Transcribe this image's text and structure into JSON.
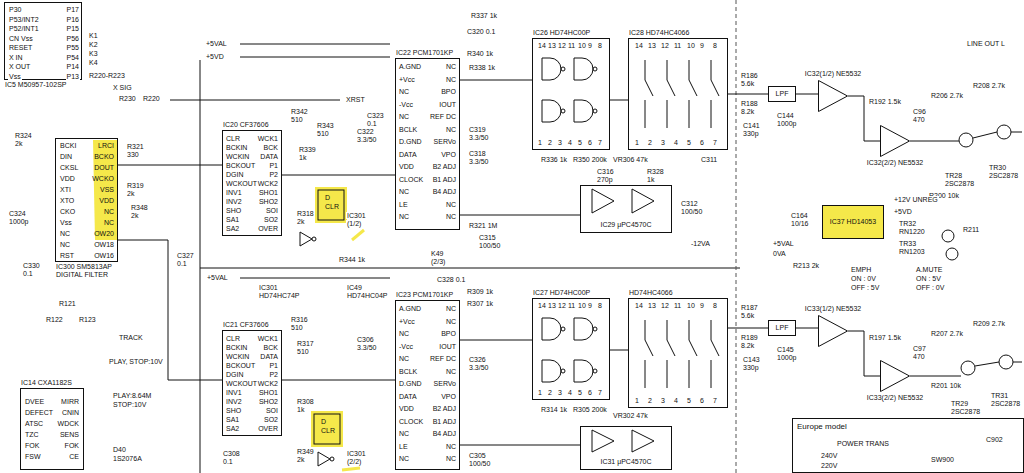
{
  "diagram": {
    "nodes": [
      {
        "text": [
          "IC5 M50957-102SP"
        ]
      },
      {
        "text": [
          "IC300 SM5813AP",
          "DIGITAL FILTER"
        ]
      },
      {
        "text": [
          "IC20 CF37606"
        ]
      },
      {
        "text": [
          "IC22 PCM1701KP"
        ]
      },
      {
        "text": [
          "IC26 HD74HC00P"
        ]
      },
      {
        "text": [
          "IC28 HD74HC4066"
        ]
      },
      {
        "text": [
          "LPF"
        ]
      },
      {
        "text": [
          "IC32(1/2) NE5532"
        ]
      },
      {
        "text": [
          "IC32(2/2) NE5532"
        ]
      },
      {
        "text": [
          "IC29 μPC4570C"
        ]
      },
      {
        "text": [
          "IC37 HD14053"
        ]
      },
      {
        "text": [
          "IC14 CXA1182S"
        ]
      },
      {
        "text": [
          "IC21 CF37606"
        ]
      },
      {
        "text": [
          "IC23 PCM1701KP"
        ]
      },
      {
        "text": [
          "IC27 HD74HC00P"
        ]
      },
      {
        "text": [
          "HD74HC4066"
        ]
      },
      {
        "text": [
          "LPF"
        ]
      },
      {
        "text": [
          "IC33(1/2) NE5532"
        ]
      },
      {
        "text": [
          "IC33(2/2) NE5532"
        ]
      },
      {
        "text": [
          "IC31 μPC4570C"
        ]
      },
      {
        "text": [
          "Europe model"
        ]
      }
    ],
    "edges": [
      {
        "from": 1,
        "to": 2,
        "arrow": "none"
      },
      {
        "from": 1,
        "to": 12,
        "arrow": "none"
      },
      {
        "from": 2,
        "to": 3,
        "arrow": "none"
      },
      {
        "from": 12,
        "to": 13,
        "arrow": "none"
      },
      {
        "from": 3,
        "to": 4,
        "arrow": "none"
      },
      {
        "from": 13,
        "to": 14,
        "arrow": "none"
      },
      {
        "from": 4,
        "to": 5,
        "arrow": "none"
      },
      {
        "from": 14,
        "to": 15,
        "arrow": "none"
      },
      {
        "from": 5,
        "to": 6,
        "arrow": "none"
      },
      {
        "from": 15,
        "to": 16,
        "arrow": "none"
      },
      {
        "from": 6,
        "to": 7,
        "arrow": "none"
      },
      {
        "from": 16,
        "to": 17,
        "arrow": "none"
      },
      {
        "from": 7,
        "to": 8,
        "arrow": "none"
      },
      {
        "from": 17,
        "to": 18,
        "arrow": "none"
      },
      {
        "from": 3,
        "to": 9,
        "arrow": "none"
      },
      {
        "from": 13,
        "to": 19,
        "arrow": "none"
      }
    ],
    "labels": [
      "P30",
      "P53/INT2",
      "P52/INT1",
      "CN Vss",
      "RESET",
      "X IN",
      "X OUT",
      "Vss",
      "P17",
      "P16",
      "P15",
      "P56",
      "P55",
      "P54",
      "P14",
      "P13",
      "K1",
      "K2",
      "K3",
      "K4",
      "R220-R223",
      "X SIG",
      "R230",
      "R220",
      "+5VAL",
      "+5VD",
      "XRST",
      "R324",
      "2k",
      "C324",
      "1000p",
      "C330",
      "0.1",
      "BCKI",
      "DIN",
      "CKSL",
      "VDD",
      "XTI",
      "XTO",
      "CKO",
      "Vss",
      "NC",
      "NC",
      "RST",
      "LRCI",
      "BCKO",
      "DOUT",
      "WCKO",
      "VSS",
      "VDD",
      "NC",
      "NC",
      "OW20",
      "OW18",
      "OW16",
      "R321",
      "330",
      "R319",
      "2k",
      "R348",
      "2k",
      "C327",
      "0.1",
      "R121",
      "R122",
      "R123",
      "TRACK",
      "PLAY, STOP:10V",
      "PLAY:8.64M",
      "STOP:10V",
      "D40",
      "1S2076A",
      "DVEE",
      "DEFECT",
      "ATSC",
      "TZC",
      "FOK",
      "FSW",
      "MIRR",
      "CNIN",
      "WDCK",
      "SENS",
      "FOK",
      "CE",
      "CLR",
      "BCKIN",
      "WCKIN",
      "BCKOUT",
      "DGIN",
      "WCKOUT",
      "INV1",
      "INV2",
      "SHO",
      "SA1",
      "SA2",
      "WCK1",
      "BCK",
      "DATA",
      "P1",
      "P2",
      "WCK2",
      "SHO1",
      "SHO2",
      "SOI",
      "SO2",
      "OVER",
      "R342",
      "510",
      "R343",
      "510",
      "R339",
      "1k",
      "D",
      "CLR",
      "R318",
      "2k",
      "IC301",
      "(1/2)",
      "C323",
      "0.1",
      "C322",
      "3.3/50",
      "A.GND",
      "+Vcc",
      "NC",
      "-Vcc",
      "NC",
      "BCLK",
      "D.GND",
      "DATA",
      "VDD",
      "CLOCK",
      "NC",
      "LE",
      "NC",
      "NC",
      "NC",
      "BPO",
      "IOUT",
      "REF DC",
      "NC",
      "SERVo",
      "VPO",
      "B2 ADJ",
      "B1 ADJ",
      "B4 ADJ",
      "NC",
      "NC",
      "C320 0.1",
      "R340 1k",
      "R338 1k",
      "C319",
      "3.3/50",
      "C318",
      "3.3/50",
      "R321 1M",
      "C315",
      "100/50",
      "14",
      "13",
      "12",
      "11",
      "10",
      "9",
      "8",
      "1",
      "2",
      "3",
      "4",
      "5",
      "6",
      "7",
      "R336 1k",
      "R337 1k",
      "R350 200k",
      "VR306 47k",
      "14",
      "13",
      "12",
      "11",
      "10",
      "9",
      "8",
      "1",
      "2",
      "3",
      "4",
      "5",
      "6",
      "7",
      "C311",
      "C316",
      "270p",
      "R328",
      "1k",
      "C312",
      "100/50",
      "-12VA",
      "R344 1k",
      "K49",
      "(2/3)",
      "IC301",
      "HD74HC74P",
      "IC49",
      "HD74HC04P",
      "+5VAL",
      "C328 0.1",
      "R309 1k",
      "R307 1k",
      "CLR",
      "BCKIN",
      "WCKIN",
      "BCKOUT",
      "DGIN",
      "WCKOUT",
      "INV1",
      "INV2",
      "SHO",
      "SA1",
      "SA2",
      "WCK1",
      "BCK",
      "DATA",
      "P1",
      "P2",
      "WCK2",
      "SHO1",
      "SHO2",
      "SOI",
      "SO2",
      "OVER",
      "R316",
      "510",
      "R317",
      "510",
      "D",
      "CLR",
      "R308",
      "1k",
      "R349",
      "2k",
      "IC301",
      "(2/2)",
      "C308",
      "0.1",
      "C306",
      "3.3/50",
      "A.GND",
      "+Vcc",
      "NC",
      "-Vcc",
      "NC",
      "BCLK",
      "D.GND",
      "DATA",
      "VDD",
      "CLOCK",
      "NC",
      "LE",
      "NC",
      "NC",
      "NC",
      "BPO",
      "IOUT",
      "REF DC",
      "NC",
      "SERVo",
      "VPO",
      "B2 ADJ",
      "B1 ADJ",
      "B4 ADJ",
      "NC",
      "NC",
      "C326",
      "3.3/50",
      "C305",
      "100/50",
      "14",
      "13",
      "12",
      "11",
      "10",
      "9",
      "8",
      "1",
      "2",
      "3",
      "4",
      "5",
      "6",
      "7",
      "R314 1k",
      "R305 200k",
      "VR302 47k",
      "14",
      "13",
      "12",
      "11",
      "10",
      "9",
      "8",
      "1",
      "2",
      "3",
      "4",
      "5",
      "6",
      "7",
      "R186",
      "5.6k",
      "R188",
      "8.2k",
      "C141",
      "330p",
      "C144",
      "1000p",
      "R192 1.5k",
      "R206 2.7k",
      "R208 2.7k",
      "LINE OUT L",
      "C96",
      "470",
      "R200 10k",
      "TR28",
      "2SC2878",
      "TR30",
      "2SC2878",
      "C164",
      "10/16",
      "+5VAL",
      "0VA",
      "R213 2k",
      "+12V UNREG",
      "+5VD",
      "TR32",
      "RN1220",
      "TR33",
      "RN1203",
      "R211",
      "EMPH",
      "ON : 0V",
      "OFF : 5V",
      "A.MUTE",
      "ON : 5V",
      "OFF : 0V",
      "R187",
      "5.6k",
      "R189",
      "8.2k",
      "C143",
      "330p",
      "C145",
      "1000p",
      "R197 1.5k",
      "R207 2.7k",
      "R209 2.7k",
      "C97",
      "470",
      "R201 10k",
      "TR29",
      "2SC2878",
      "TR31",
      "2SC2878",
      "POWER TRANS",
      "240V",
      "220V",
      "SW900",
      "C902"
    ]
  }
}
